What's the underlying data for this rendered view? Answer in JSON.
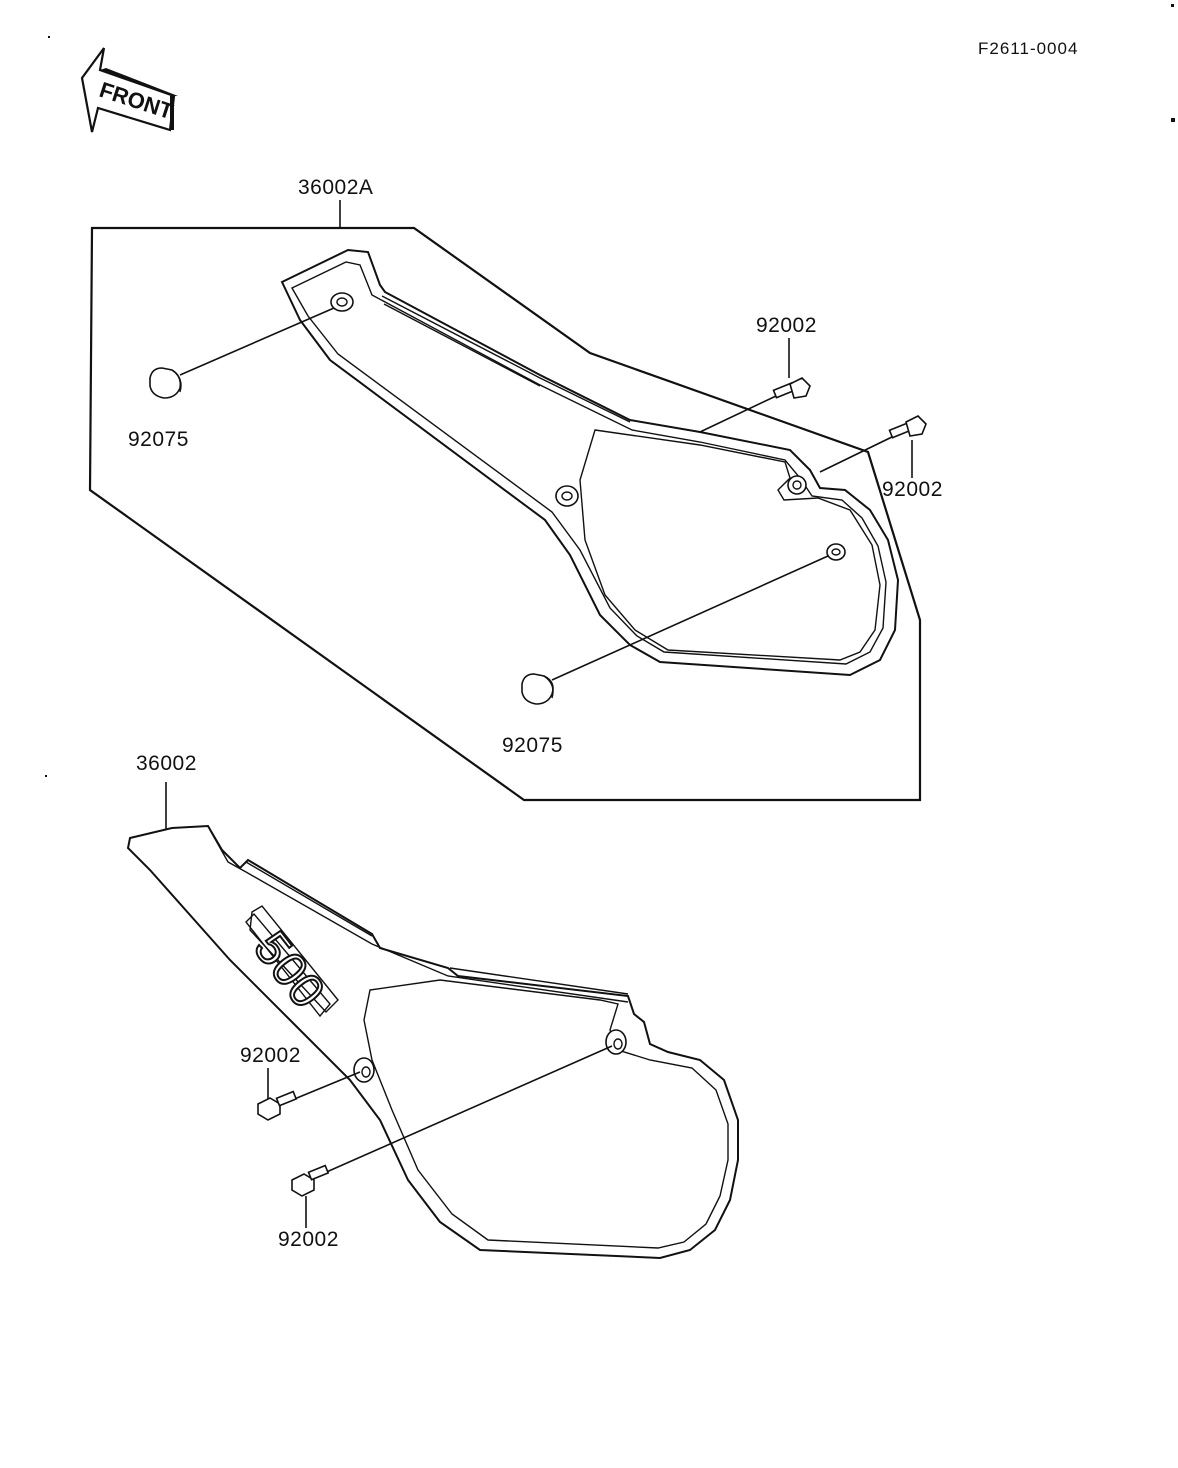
{
  "figure_code": "F2611-0004",
  "front_badge_text": "FRONT",
  "logo_number": "500",
  "parts": {
    "upper_cover": "36002A",
    "lower_cover": "36002",
    "plug_left": "92075",
    "plug_bottom": "92075",
    "bolt_upper_1": "92002",
    "bolt_upper_2": "92002",
    "bolt_lower_1": "92002",
    "bolt_lower_2": "92002"
  },
  "icons": {
    "front_arrow": "front-arrow-icon"
  }
}
